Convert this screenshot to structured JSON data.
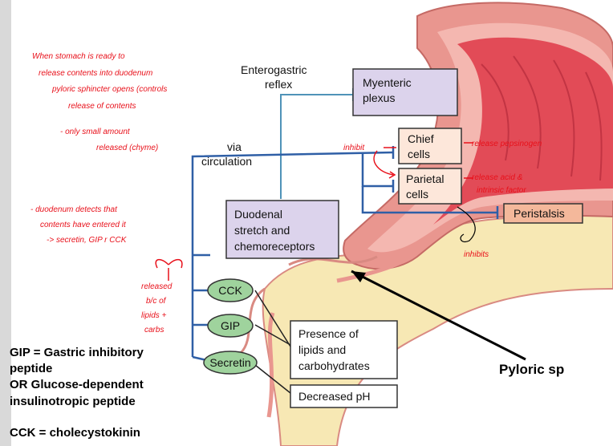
{
  "labels": {
    "enterogastric_1": "Enterogastric",
    "enterogastric_2": "reflex",
    "via_1": "via",
    "via_2": "circulation",
    "myenteric_1": "Myenteric",
    "myenteric_2": "plexus",
    "chief_1": "Chief",
    "chief_2": "cells",
    "parietal_1": "Parietal",
    "parietal_2": "cells",
    "peristalsis": "Peristalsis",
    "duodenal_1": "Duodenal",
    "duodenal_2": "stretch and",
    "duodenal_3": "chemoreceptors",
    "cck": "CCK",
    "gip": "GIP",
    "secretin": "Secretin",
    "presence_1": "Presence of",
    "presence_2": "lipids and",
    "presence_3": "carbohydrates",
    "decreased_ph": "Decreased pH",
    "pyloric": "Pyloric sp"
  },
  "legend": {
    "gip_1": "GIP = Gastric inhibitory",
    "gip_2": "peptide",
    "gip_3": "OR Glucose-dependent",
    "gip_4": "insulinotropic peptide",
    "cck": "CCK = cholecystokinin"
  },
  "notes": {
    "n1": "When stomach is ready to",
    "n2": "release contents into duodenum",
    "n3": "pyloric sphincter opens (controls",
    "n4": "release of contents",
    "n5": "- only small amount",
    "n6": "released (chyme)",
    "n7": "- duodenum detects that",
    "n8": "contents have entered it",
    "n9": "-> secretin, GIP r CCK",
    "n10": "released",
    "n11": "b/c of",
    "n12": "lipids +",
    "n13": "carbs",
    "n14": "inhibit",
    "n15": "release pepsinogen",
    "n16": "release acid &",
    "n17": "intrinsic factor",
    "n18": "inhibits"
  },
  "colors": {
    "stomach_outer": "#e9968f",
    "stomach_inner": "#f4b7b0",
    "stomach_lumen": "#e24b57",
    "duodenum_fill": "#f7e8b4",
    "pathway_line": "#2f5fa6",
    "neural_line": "#4f93b8",
    "hormone_fill": "#9fd39d",
    "cell_box_fill": "#fde7da",
    "receptor_fill": "#dcd3ec",
    "myenteric_fill": "#dcd3ec",
    "peristalsis_fill": "#f4b89b",
    "annotation_red": "#e8101a"
  }
}
